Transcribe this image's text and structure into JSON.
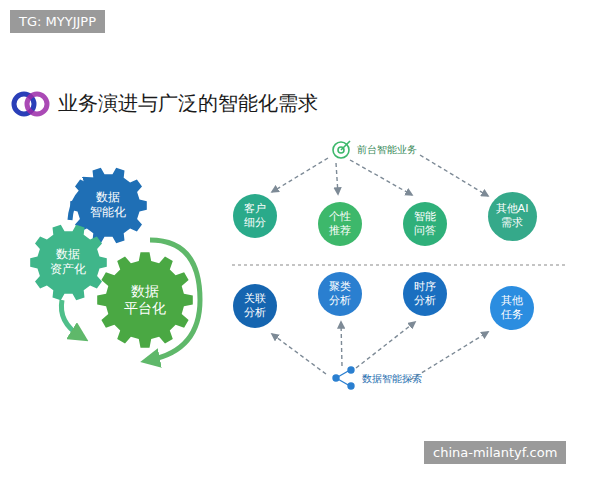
{
  "diagram": {
    "title": "业务演进与广泛的智能化需求",
    "nodes": [
      {
        "text": [
          "数据 智能化"
        ]
      },
      {
        "text": [
          "数据 资产化"
        ]
      },
      {
        "text": [
          "数据 平台化"
        ]
      },
      {
        "text": [
          "客户 细分"
        ]
      },
      {
        "text": [
          "个性 推荐"
        ]
      },
      {
        "text": [
          "智能 问答"
        ]
      },
      {
        "text": [
          "其他AI 需求"
        ]
      },
      {
        "text": [
          "关联 分析"
        ]
      },
      {
        "text": [
          "聚类 分析"
        ]
      },
      {
        "text": [
          "时序 分析"
        ]
      },
      {
        "text": [
          "其他 任务"
        ]
      }
    ],
    "labels": [
      "TG: MYYJJPP",
      "前台智能业务",
      "数据智能探索",
      "china-milantyf.com"
    ]
  }
}
